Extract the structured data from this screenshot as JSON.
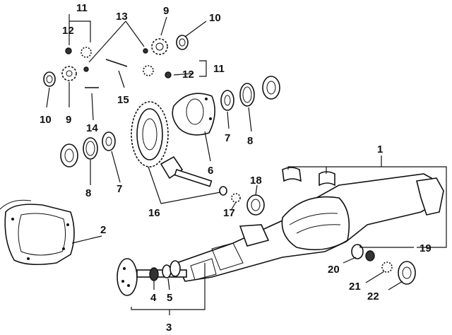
{
  "diagram": {
    "type": "exploded-parts-view",
    "callouts": {
      "c1": "1",
      "c2": "2",
      "c3": "3",
      "c4": "4",
      "c5": "5",
      "c6": "6",
      "c7a": "7",
      "c7b": "7",
      "c8a": "8",
      "c8b": "8",
      "c9a": "9",
      "c9b": "9",
      "c10a": "10",
      "c10b": "10",
      "c11a": "11",
      "c11b": "11",
      "c12a": "12",
      "c12b": "12",
      "c13": "13",
      "c14": "14",
      "c15": "15",
      "c16": "16",
      "c17": "17",
      "c18": "18",
      "c19": "19",
      "c20": "20",
      "c21": "21",
      "c22": "22"
    }
  }
}
